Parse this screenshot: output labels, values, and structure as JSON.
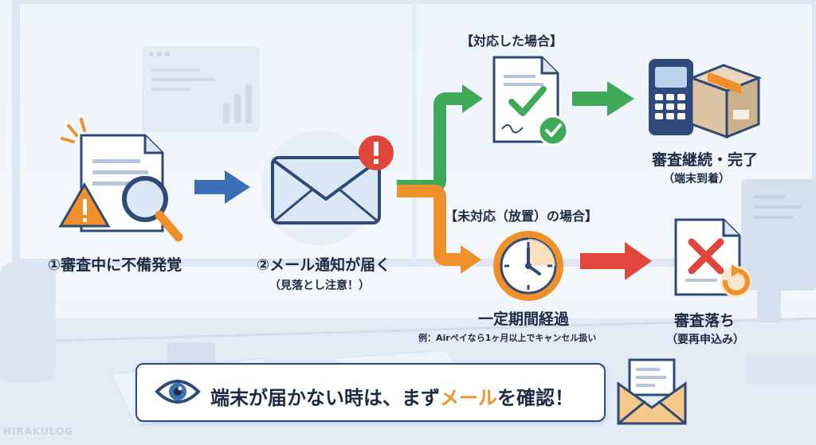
{
  "steps": {
    "step1": {
      "title": "①審査中に不備発覚"
    },
    "step2": {
      "title": "②メール通知が届く",
      "sub": "（見落とし注意！）"
    }
  },
  "branches": {
    "handled": {
      "heading": "【対応した場合】",
      "result_title": "審査継続・完了",
      "result_sub": "（端末到着）"
    },
    "unhandled": {
      "heading": "【未対応（放置）の場合】",
      "middle_title": "一定期間経過",
      "middle_note": "例：Airペイなら1ヶ月以上でキャンセル扱い",
      "result_title": "審査落ち",
      "result_sub": "（要再申込み）"
    }
  },
  "banner": {
    "text_before": "端末が届かない時は、まず",
    "text_accent": "メール",
    "text_after": "を確認！"
  },
  "watermark": "HIRAKULOG",
  "colors": {
    "blue_arrow": "#3a6fb5",
    "green_arrow": "#3eaa58",
    "orange_arrow": "#f0902a",
    "red_arrow": "#e0473c",
    "accent_orange": "#f0902a",
    "navy": "#2f4a78"
  }
}
